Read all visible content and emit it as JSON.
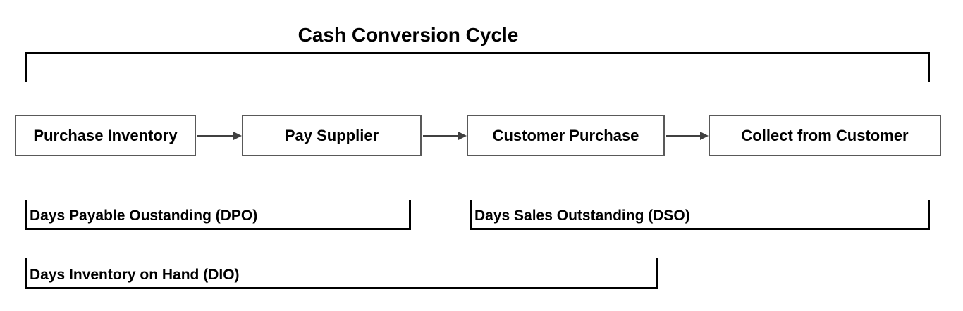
{
  "title": "Cash Conversion Cycle",
  "colors": {
    "background": "#ffffff",
    "text": "#000000",
    "bracket_line": "#000000",
    "box_border": "#595959",
    "arrow": "#404040"
  },
  "flow": {
    "steps": [
      {
        "label": "Purchase Inventory"
      },
      {
        "label": "Pay Supplier"
      },
      {
        "label": "Customer Purchase"
      },
      {
        "label": "Collect from Customer"
      }
    ]
  },
  "brackets": {
    "dpo": {
      "label": "Days Payable Oustanding (DPO)"
    },
    "dso": {
      "label": "Days Sales Outstanding (DSO)"
    },
    "dio": {
      "label": "Days Inventory on Hand (DIO)"
    }
  }
}
